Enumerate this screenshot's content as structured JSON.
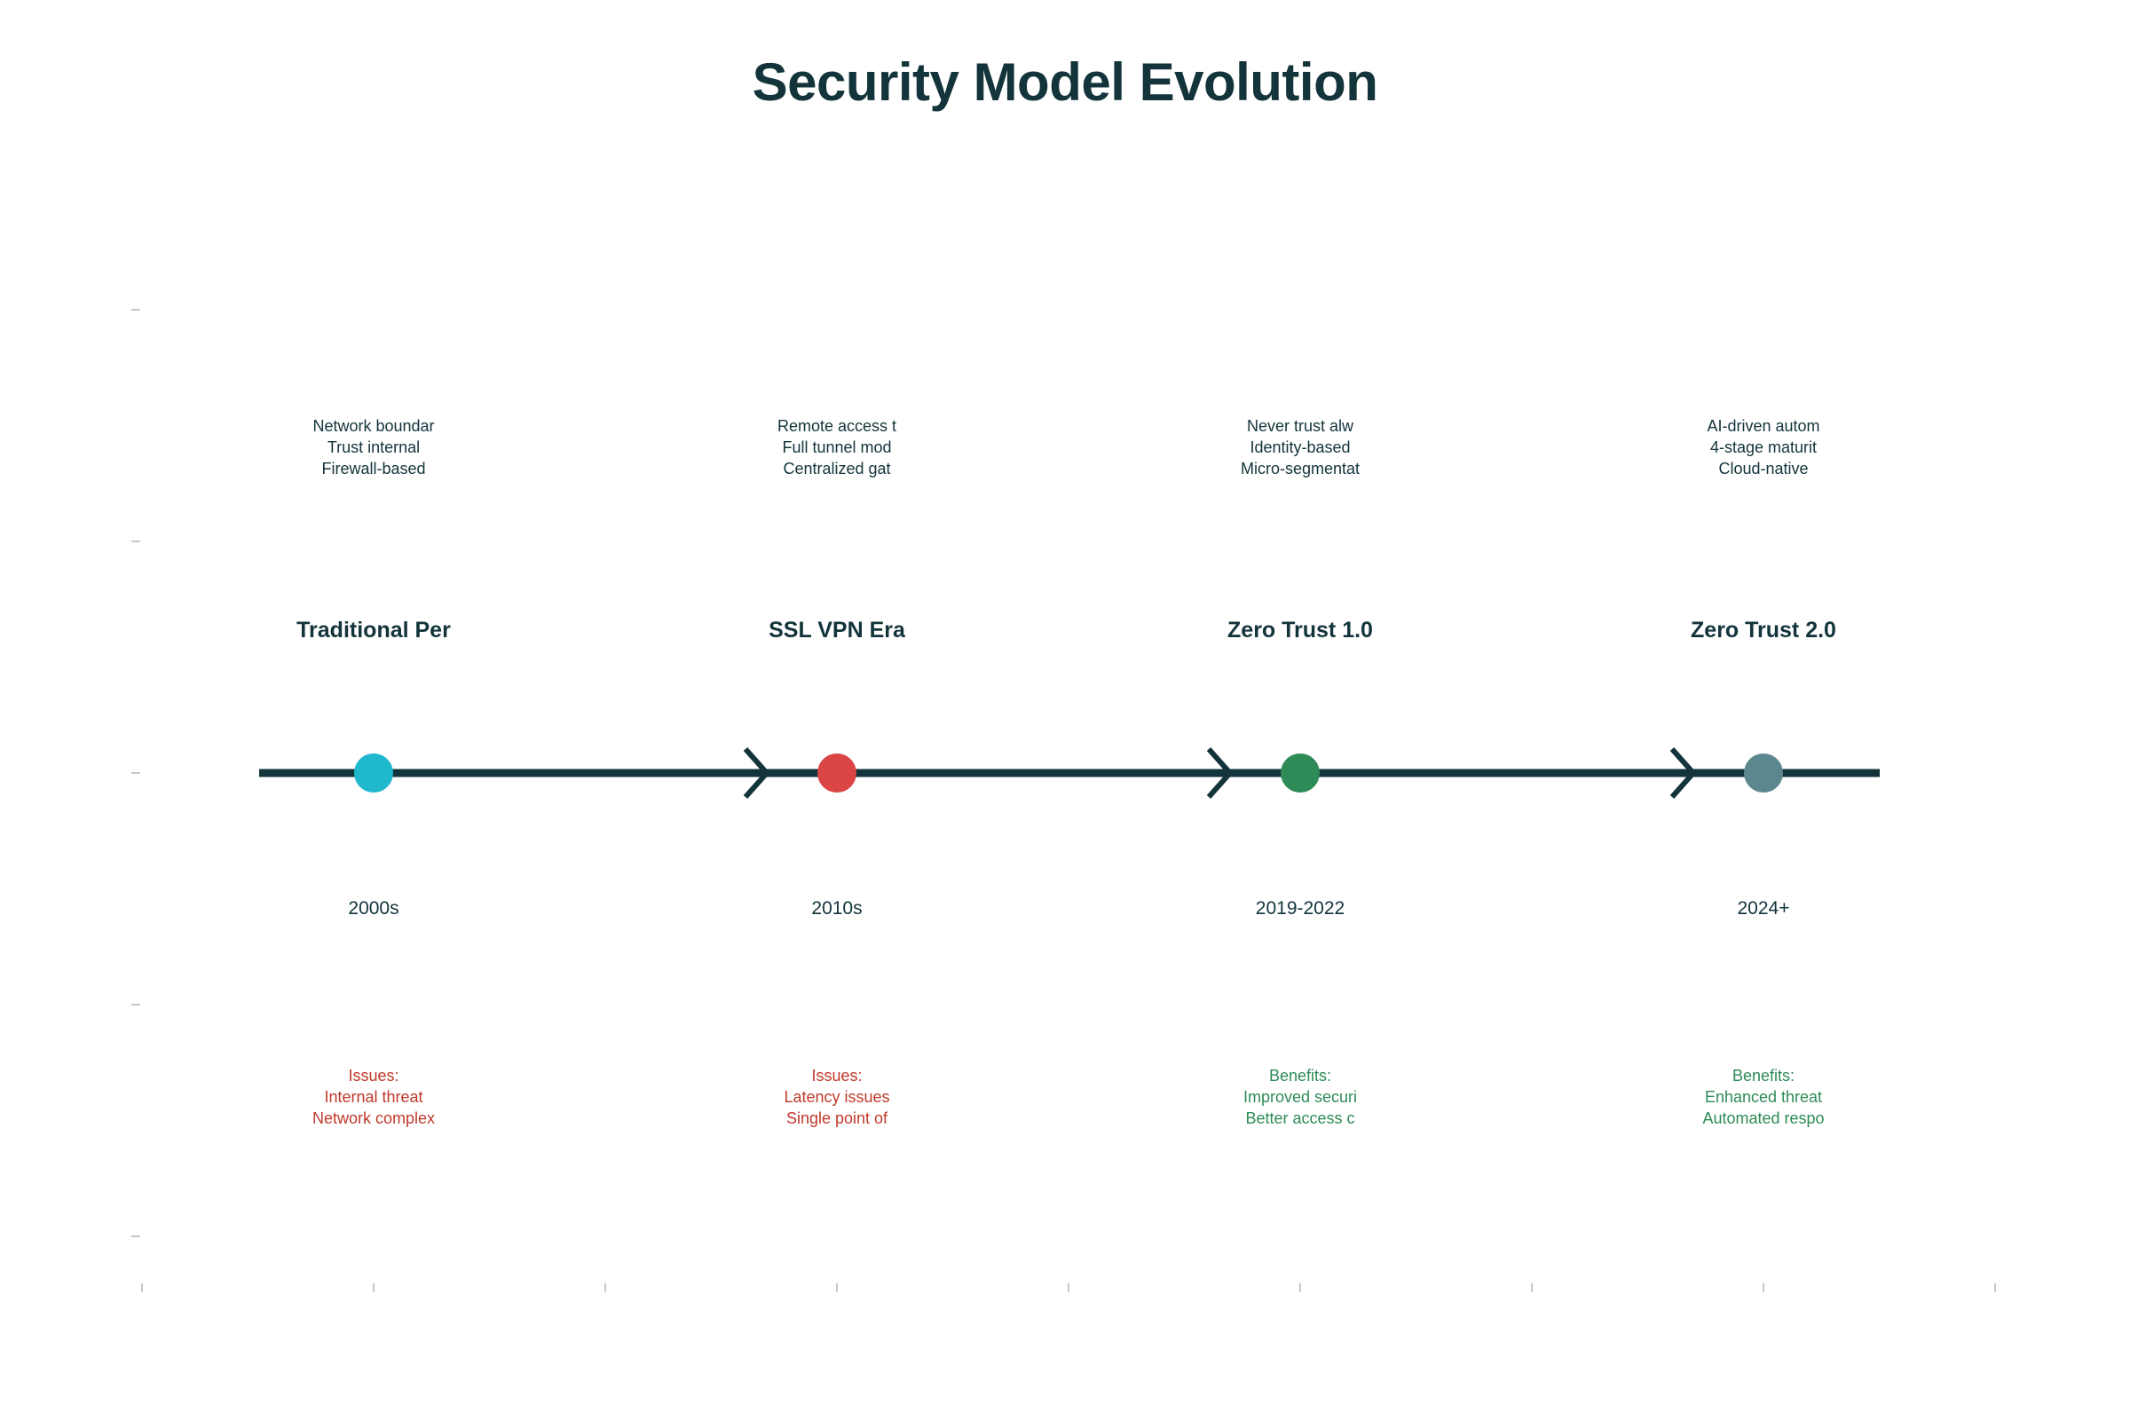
{
  "title": "Security Model Evolution",
  "colors": {
    "axis": "#13343b",
    "issue_text": "#c0392b",
    "benefit_text": "#2e8b57",
    "text": "#13343b",
    "tick": "#c8c8c8"
  },
  "stages": [
    {
      "name": "Traditional Per",
      "year": "2000s",
      "marker_color": "#1fb8cd",
      "details": [
        "Network boundar",
        "Trust internal",
        "Firewall-based"
      ],
      "impact_kind": "issue",
      "impact": [
        "Issues:",
        "Internal threat",
        "Network complex"
      ]
    },
    {
      "name": "SSL VPN Era",
      "year": "2010s",
      "marker_color": "#db4545",
      "details": [
        "Remote access t",
        "Full tunnel mod",
        "Centralized gat"
      ],
      "impact_kind": "issue",
      "impact": [
        "Issues:",
        "Latency issues",
        "Single point of"
      ]
    },
    {
      "name": "Zero Trust 1.0",
      "year": "2019-2022",
      "marker_color": "#2e8b57",
      "details": [
        "Never trust alw",
        "Identity-based",
        "Micro-segmentat"
      ],
      "impact_kind": "benefit",
      "impact": [
        "Benefits:",
        "Improved securi",
        "Better access c"
      ]
    },
    {
      "name": "Zero Trust 2.0",
      "year": "2024+",
      "marker_color": "#5d878f",
      "details": [
        "AI-driven autom",
        "4-stage maturit",
        "Cloud-native"
      ],
      "impact_kind": "benefit",
      "impact": [
        "Benefits:",
        "Enhanced threat",
        "Automated respo"
      ]
    }
  ]
}
